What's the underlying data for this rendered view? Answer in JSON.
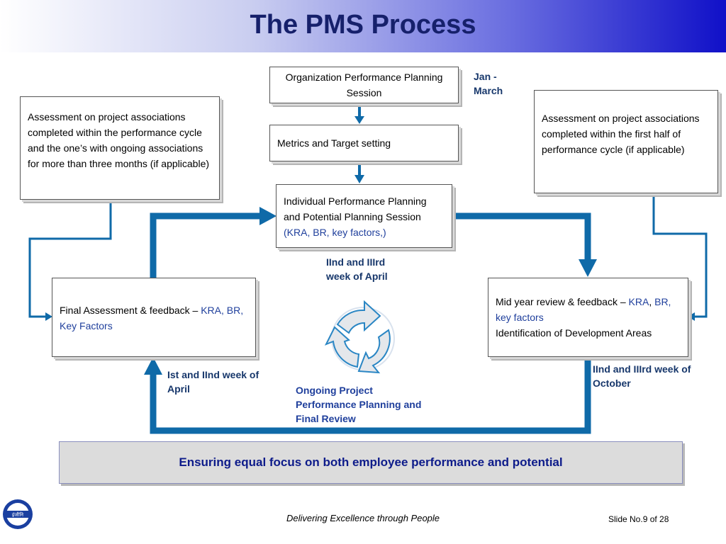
{
  "title": "The PMS Process",
  "boxes": {
    "org_planning": "Organization Performance Planning Session",
    "metrics": "Metrics and Target setting",
    "individual_main": "Individual Performance Planning and Potential Planning Session",
    "individual_blue": "(KRA, BR, key factors,)",
    "assess_left": "Assessment on project associations completed within the  performance cycle and the one’s with ongoing associations for more than three months (if applicable)",
    "assess_right": "Assessment on project associations completed within the first half of performance cycle (if applicable)",
    "final_main": "Final Assessment & feedback – ",
    "final_blue": "KRA, BR, Key Factors",
    "mid_main": "Mid year review & feedback –  ",
    "mid_blue1": "KRA",
    "mid_comma": ",",
    "mid_blue2": "BR, key factors",
    "mid_line2": "Identification of Development Areas"
  },
  "notes": {
    "jan_march": "Jan - March",
    "april_2_3": "IInd and IIIrd week of  April",
    "april_1_2": "Ist and IInd week of April",
    "october": "IInd and IIIrd week of October",
    "ongoing": "Ongoing  Project Performance Planning and Final Review"
  },
  "banner": "Ensuring equal focus on both employee performance and potential",
  "footer": {
    "tagline": "Delivering Excellence through People",
    "slide": "Slide No.9 of 28"
  },
  "logo_text": "इंजीनि",
  "colors": {
    "title": "#16206b",
    "arrow": "#0f6aa8",
    "banner_text": "#0d1b8a"
  }
}
